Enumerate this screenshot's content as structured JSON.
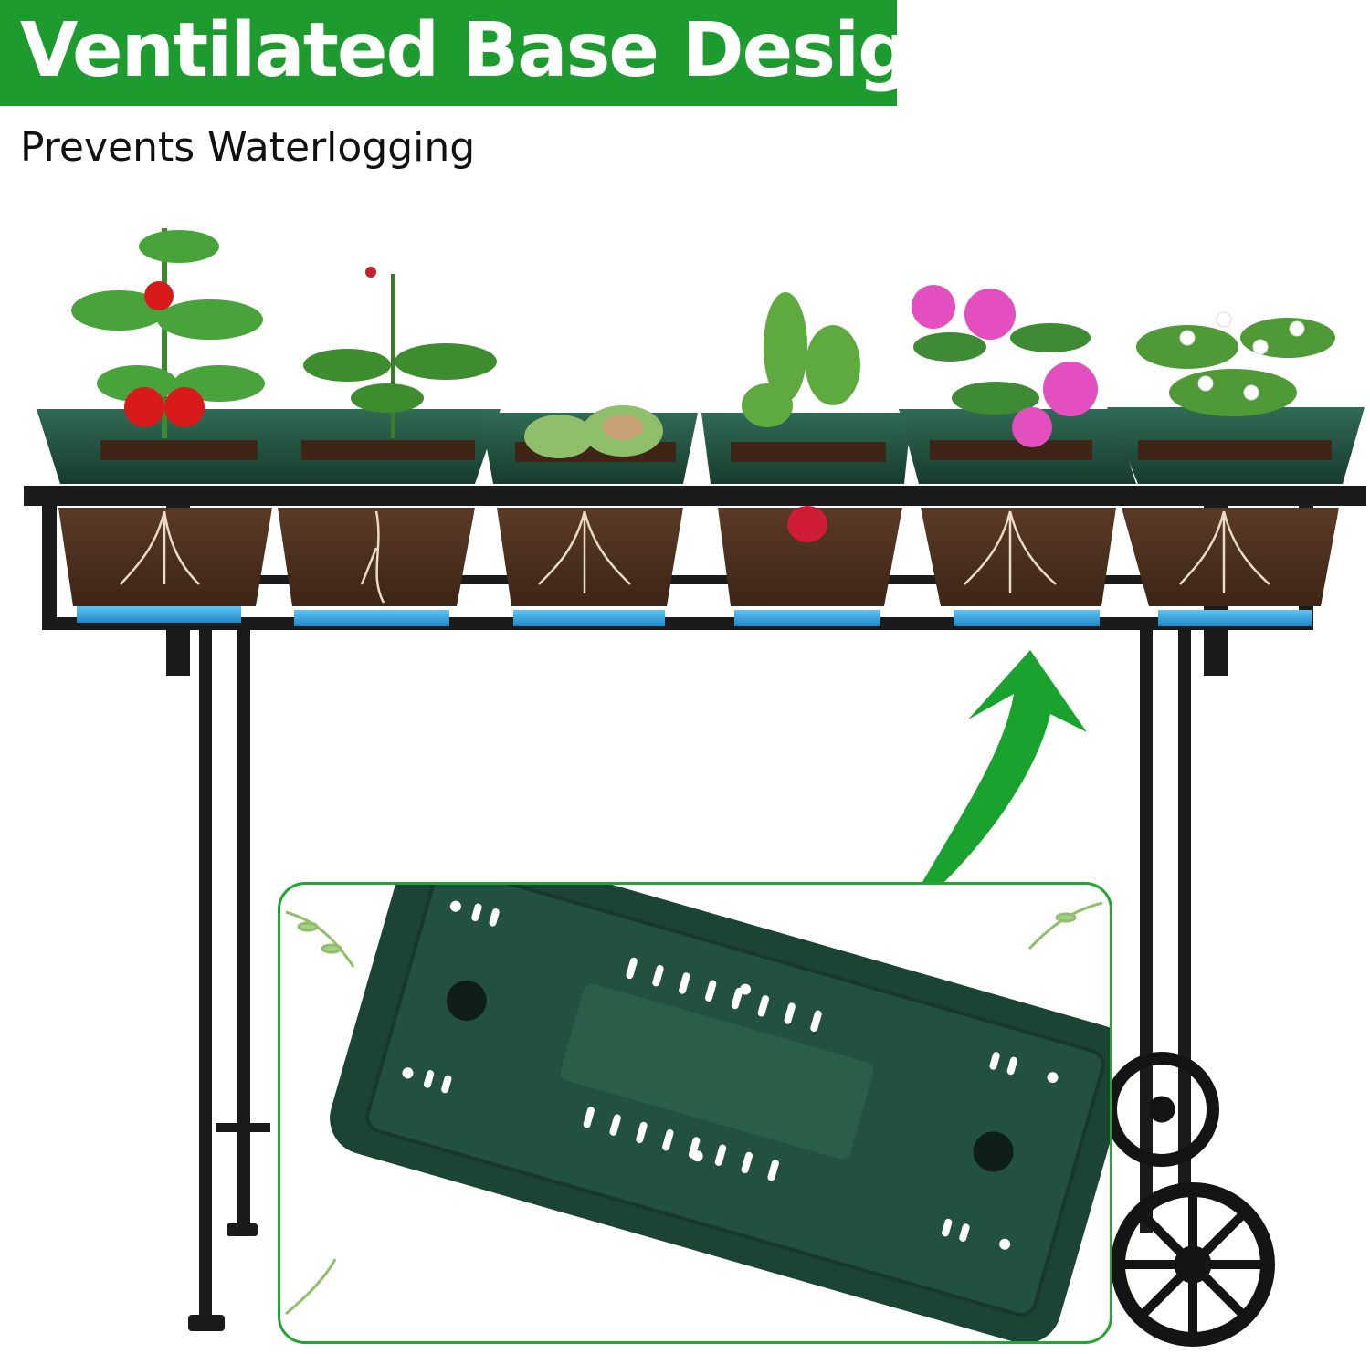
{
  "header": {
    "title": "Ventilated Base Design",
    "subtitle": "Prevents Waterlogging"
  },
  "colors": {
    "banner_green": "#1e9b2f",
    "arrow_green": "#1aa22e",
    "planter_green": "#1f4d3a",
    "frame_black": "#1b1b1b",
    "soil_brown": "#4a2e1e",
    "water_blue": "#2fa2dd"
  },
  "scene": {
    "planters": [
      {
        "plant": "tomato-plant"
      },
      {
        "plant": "ginseng-plant"
      },
      {
        "plant": "succulent"
      },
      {
        "plant": "radish-plant"
      },
      {
        "plant": "azalea-flowers"
      },
      {
        "plant": "jasmine-flowers"
      }
    ],
    "inset": {
      "subject": "planter-bottom-drainage-slots"
    }
  }
}
